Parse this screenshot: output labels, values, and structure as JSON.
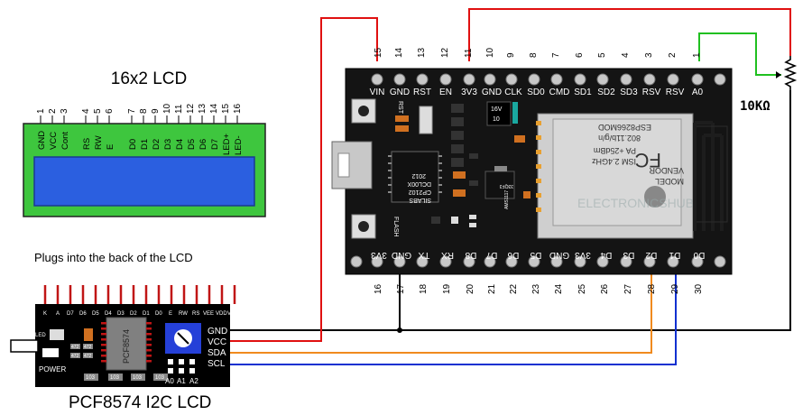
{
  "lcd": {
    "title": "16x2 LCD",
    "pin_numbers": [
      "1",
      "2",
      "3",
      "4",
      "5",
      "6",
      "7",
      "8",
      "9",
      "10",
      "11",
      "12",
      "13",
      "14",
      "15",
      "16"
    ],
    "pin_labels": [
      "GND",
      "VCC",
      "Cont",
      "RS",
      "RW",
      "E",
      "D0",
      "D1",
      "D2",
      "D3",
      "D4",
      "D5",
      "D6",
      "D7",
      "LED+",
      "LED-"
    ]
  },
  "i2c": {
    "plug_note": "Plugs into the back  of the LCD",
    "title": "PCF8574 I2C LCD",
    "header_labels": [
      "K",
      "A",
      "D7",
      "D6",
      "D5",
      "D4",
      "D3",
      "D2",
      "D1",
      "D0",
      "E",
      "RW",
      "RS",
      "VEE",
      "VDD",
      "VSS"
    ],
    "chip_label": "PCF8574",
    "led_label": "LED",
    "power_label": "POWER",
    "resistor_labels": [
      "472",
      "472",
      "472",
      "472",
      "103",
      "103",
      "103",
      "103"
    ],
    "pins": [
      "GND",
      "VCC",
      "SDA",
      "SCL"
    ],
    "address_labels": [
      "A0",
      "A1",
      "A2"
    ]
  },
  "nodemcu": {
    "top_numbers": [
      "15",
      "14",
      "13",
      "12",
      "11",
      "10",
      "9",
      "8",
      "7",
      "6",
      "5",
      "4",
      "3",
      "2",
      "1"
    ],
    "top_labels": [
      "VIN",
      "GND",
      "RST",
      "EN",
      "3V3",
      "GND",
      "CLK",
      "SD0",
      "CMD",
      "SD1",
      "SD2",
      "SD3",
      "RSV",
      "RSV",
      "A0"
    ],
    "bottom_labels": [
      "3V3",
      "GND",
      "TX",
      "RX",
      "D8",
      "D7",
      "D6",
      "D5",
      "GND",
      "3V3",
      "D4",
      "D3",
      "D2",
      "D1",
      "D0"
    ],
    "bottom_numbers": [
      "16",
      "17",
      "18",
      "19",
      "20",
      "21",
      "22",
      "23",
      "24",
      "25",
      "26",
      "27",
      "28",
      "29",
      "30"
    ],
    "rst_label": "RST",
    "flash_label": "FLASH",
    "usb_chip": [
      "SILABS",
      "CP2102",
      "DCL00X",
      "2012"
    ],
    "regulator": "AMS1117",
    "regulator_code": "33QF3",
    "cap_label": "16V",
    "cap_value": "10",
    "module_lines": [
      "MODEL",
      "VENDOR",
      "ISM 2.4GHz",
      "PA +25dBm",
      "802.11b/g/n",
      "ESP8266MOD"
    ],
    "brand": "FC",
    "watermark": "ELECTRONICSHUB"
  },
  "pot": {
    "label": "10KΩ"
  },
  "colors": {
    "gnd": "#000000",
    "vcc": "#e01010",
    "sda": "#f08a1e",
    "scl": "#1030d0",
    "a0": "#20c020",
    "lcd_green": "#3ec63e",
    "lcd_blue": "#2b5fe0"
  }
}
